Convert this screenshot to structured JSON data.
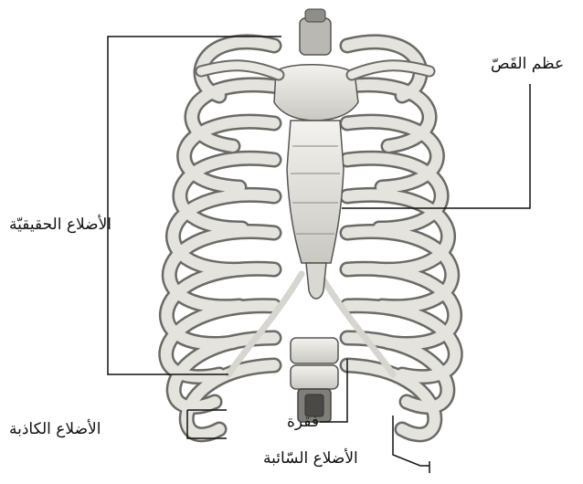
{
  "diagram": {
    "labels": {
      "sternum": "عظم القَصّ",
      "true_ribs": "الأضلاع الحقيقيّة",
      "vertebra": "فقرة",
      "false_ribs": "الأضلاع الكاذبة",
      "floating_ribs": "الأضلاع السّائبة"
    }
  }
}
